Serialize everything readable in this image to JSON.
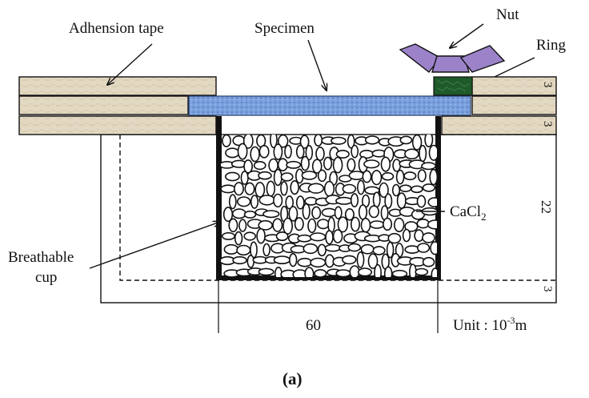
{
  "labels": {
    "adhesion_tape": "Adhension tape",
    "specimen": "Specimen",
    "nut": "Nut",
    "ring": "Ring",
    "cacl2_main": "CaCl",
    "cacl2_sub": "2",
    "breathable_cup_line1": "Breathable",
    "breathable_cup_line2": "cup",
    "caption": "(a)"
  },
  "dimensions": {
    "layer_top_right": "3",
    "layer_bottom_right": "3",
    "cup_height": "22",
    "base_thickness": "3",
    "cup_width": "60"
  },
  "unit": {
    "prefix": "Unit : 10",
    "exponent": "-3",
    "suffix": "m"
  },
  "colors": {
    "tape": "#e3d8c2",
    "tape_stripe": "#c9bba0",
    "specimen": "#6f95d6",
    "specimen_dark": "#4b6fb0",
    "nut": "#9b82c9",
    "ring": "#1f5a2a",
    "outline": "#111111"
  }
}
